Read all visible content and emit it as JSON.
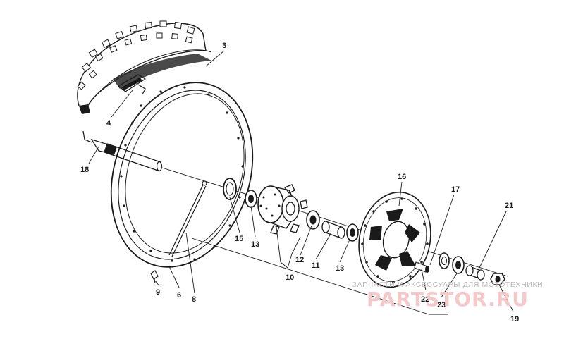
{
  "callouts": {
    "c3": "3",
    "c4": "4",
    "c18": "18",
    "c15": "15",
    "c13a": "13",
    "c16": "16",
    "c17": "17",
    "c21": "21",
    "c12": "12",
    "c11": "11",
    "c13b": "13",
    "c10": "10",
    "c22": "22",
    "c23": "23",
    "c19": "19",
    "c9": "9",
    "c6": "6",
    "c8": "8"
  },
  "watermark": {
    "top": "ЗАПЧАСТИ И АКСЕССУАРЫ ДЛЯ МОТОТЕХНИКИ",
    "main": "PARTSTOR.RU"
  }
}
